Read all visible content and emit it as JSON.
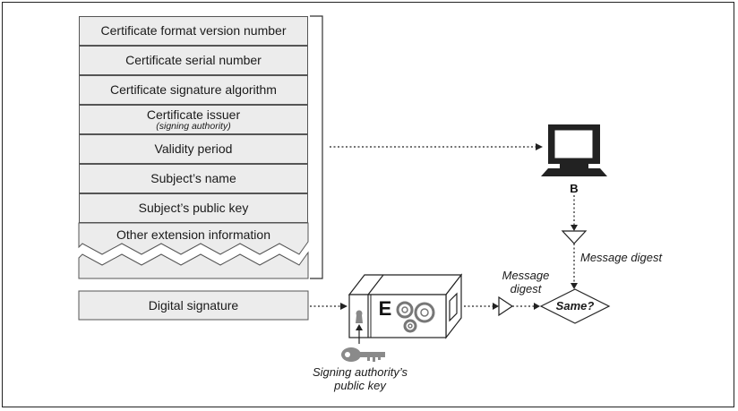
{
  "certificate": {
    "fields": [
      {
        "label": "Certificate format version number"
      },
      {
        "label": "Certificate serial number"
      },
      {
        "label": "Certificate signature algorithm"
      },
      {
        "label": "Certificate issuer",
        "sub": "(signing authority)"
      },
      {
        "label": "Validity period"
      },
      {
        "label": "Subject’s name"
      },
      {
        "label": "Subject’s public key"
      },
      {
        "label": "Other extension information"
      }
    ],
    "signature_label": "Digital signature"
  },
  "computer": {
    "label": "B",
    "icon": "computer-monitor-icon"
  },
  "engine": {
    "letter": "E",
    "icon": "gears-icon"
  },
  "key": {
    "icon": "key-icon",
    "caption_line1": "Signing authority’s",
    "caption_line2": "public key"
  },
  "digest_right": {
    "label": "Message digest"
  },
  "digest_left": {
    "line1": "Message",
    "line2": "digest"
  },
  "compare": {
    "label": "Same?"
  }
}
